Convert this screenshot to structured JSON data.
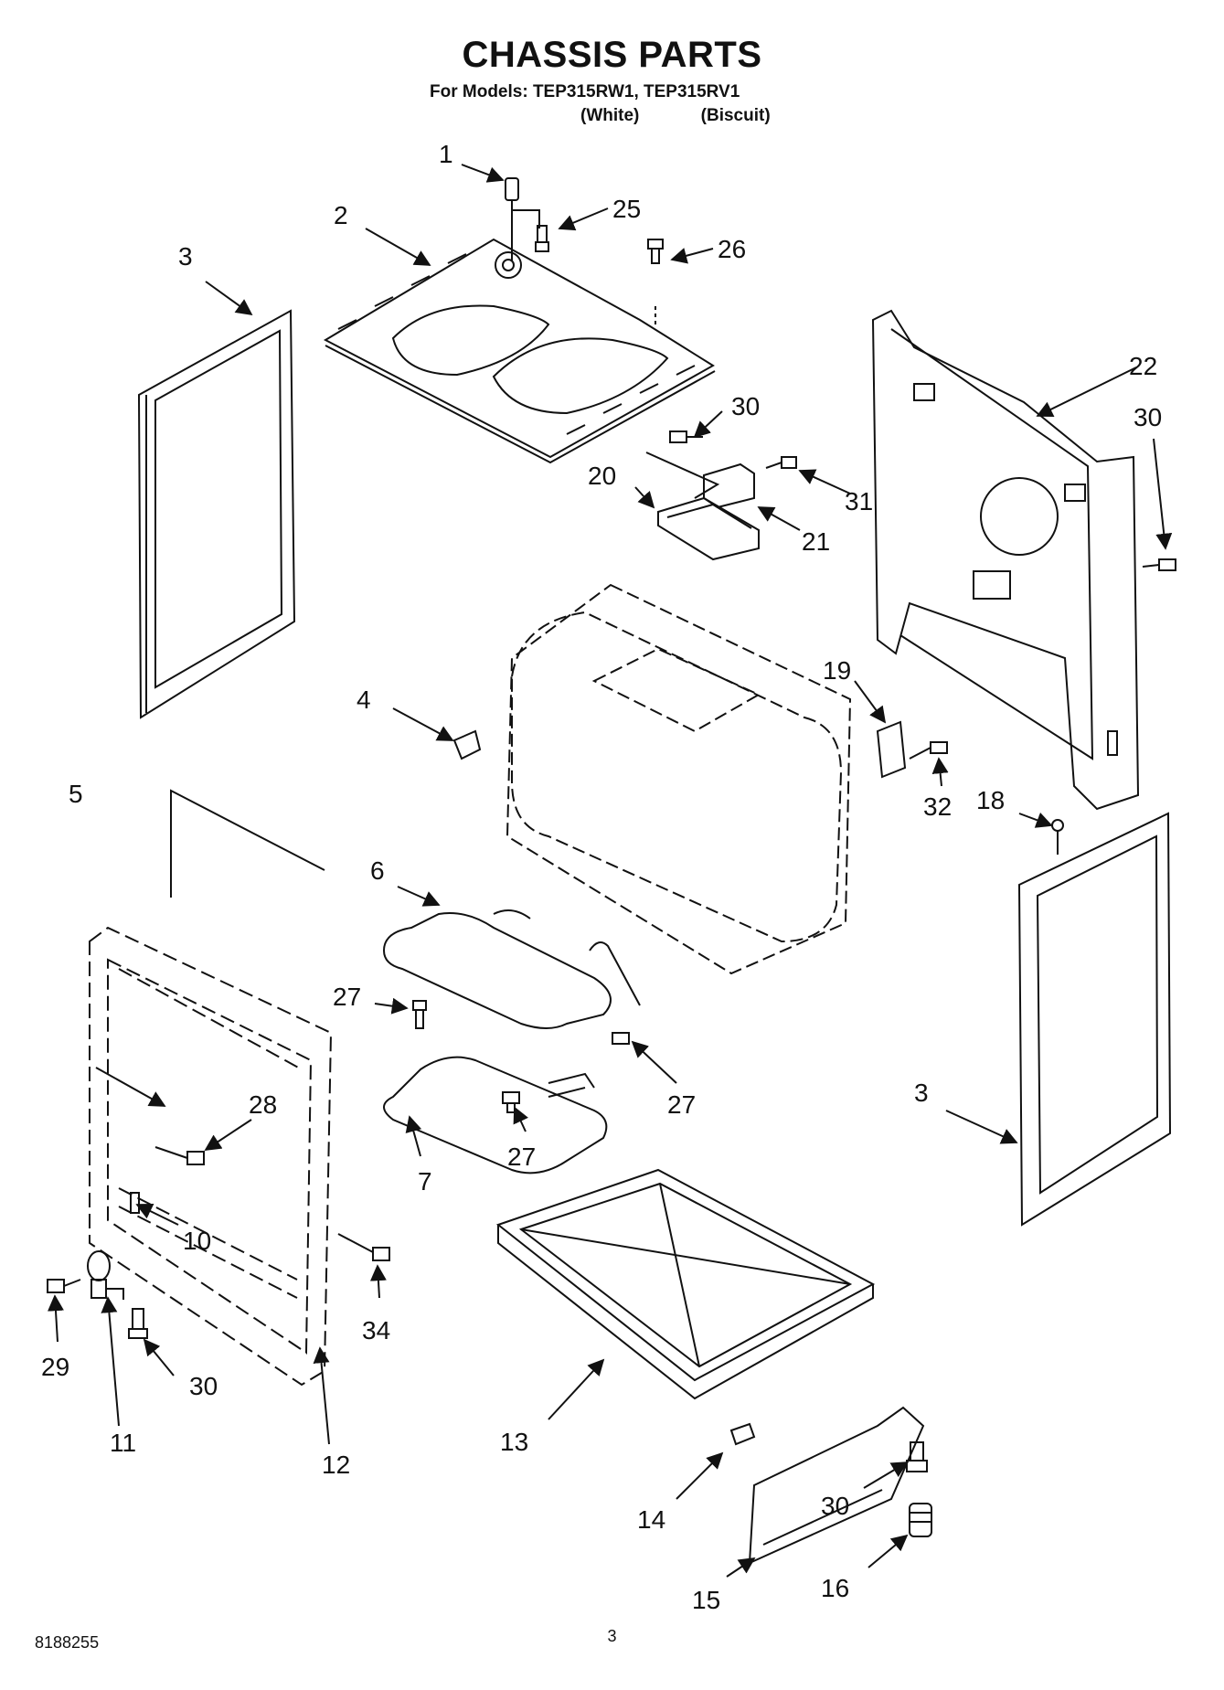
{
  "header": {
    "title": "CHASSIS PARTS",
    "models_line": "For Models: TEP315RW1, TEP315RV1",
    "color_1": "(White)",
    "color_2": "(Biscuit)"
  },
  "callouts": {
    "p1": "1",
    "p2": "2",
    "p3a": "3",
    "p3b": "3",
    "p4": "4",
    "p5": "5",
    "p6": "6",
    "p7": "7",
    "p10": "10",
    "p11": "11",
    "p12": "12",
    "p13": "13",
    "p14": "14",
    "p15": "15",
    "p16": "16",
    "p18": "18",
    "p19": "19",
    "p20": "20",
    "p21": "21",
    "p22": "22",
    "p25": "25",
    "p26": "26",
    "p27a": "27",
    "p27b": "27",
    "p27c": "27",
    "p28": "28",
    "p29": "29",
    "p30a": "30",
    "p30b": "30",
    "p30c": "30",
    "p30d": "30",
    "p31": "31",
    "p32": "32",
    "p34": "34"
  },
  "footer": {
    "doc_number": "8188255",
    "page_number": "3"
  }
}
